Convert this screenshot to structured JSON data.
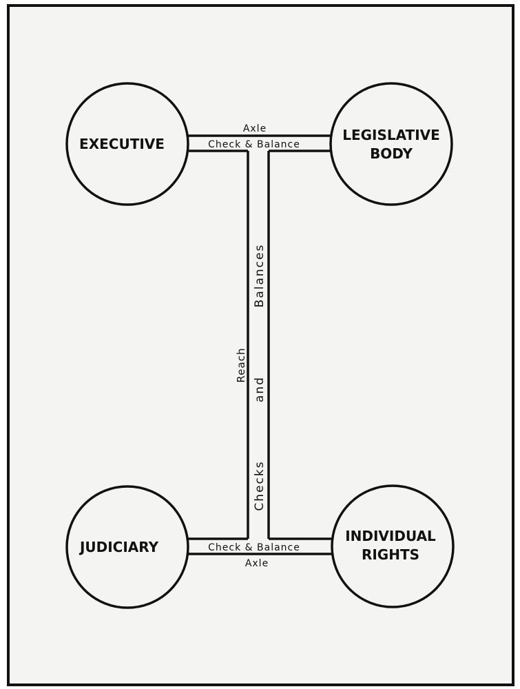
{
  "nodes": {
    "executive": {
      "line1": "EXECUTIVE"
    },
    "legislative": {
      "line1": "LEGISLATIVE",
      "line2": "BODY"
    },
    "judiciary": {
      "line1": "JUDICIARY"
    },
    "individual": {
      "line1": "INDIVIDUAL",
      "line2": "RIGHTS"
    }
  },
  "top_bar": {
    "axle": "Axle",
    "label": "Check & Balance"
  },
  "bottom_bar": {
    "axle": "Axle",
    "label": "Check & Balance"
  },
  "vertical_bar": {
    "words": [
      "Checks",
      "and",
      "Balances"
    ],
    "reach": "Reach"
  }
}
